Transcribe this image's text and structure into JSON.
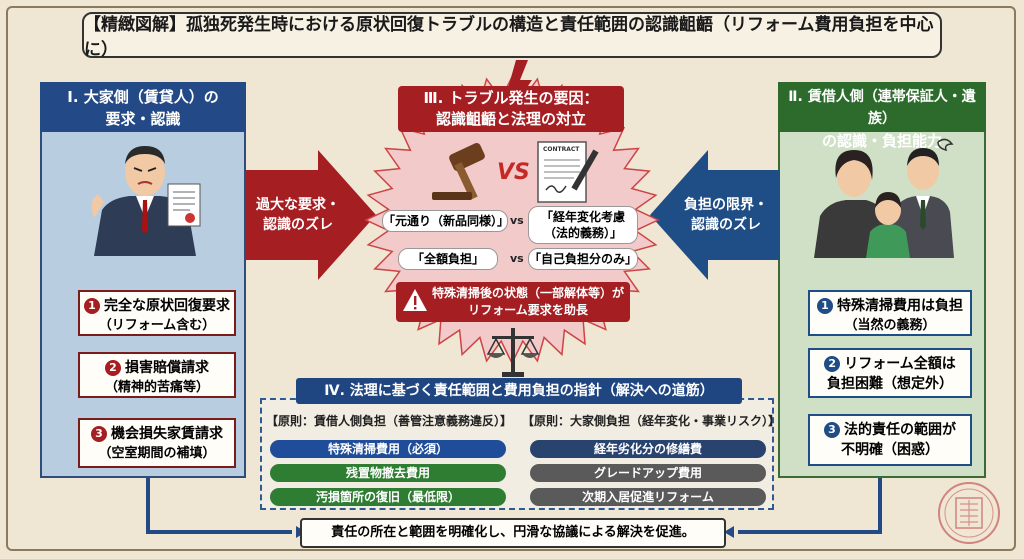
{
  "title": "【精緻図解】孤独死発生時における原状回復トラブルの構造と責任範囲の認識齟齬（リフォーム費用負担を中心に）",
  "left": {
    "heading_line1": "Ⅰ. 大家側（賃貸人）の",
    "heading_line2": "要求・認識",
    "items": [
      {
        "num": "1",
        "line1": "完全な原状回復要求",
        "line2": "（リフォーム含む）"
      },
      {
        "num": "2",
        "line1": "損害賠償請求",
        "line2": "（精神的苦痛等）"
      },
      {
        "num": "3",
        "line1": "機会損失家賃請求",
        "line2": "（空室期間の補填）"
      }
    ]
  },
  "right": {
    "heading_line1": "Ⅱ. 賃借人側（連帯保証人・遺族）",
    "heading_line2": "の認識・負担能力",
    "items": [
      {
        "num": "1",
        "line1": "特殊清掃費用は負担",
        "line2": "（当然の義務）"
      },
      {
        "num": "2",
        "line1": "リフォーム全額は",
        "line2": "負担困難（想定外）"
      },
      {
        "num": "3",
        "line1": "法的責任の範囲が",
        "line2": "不明確（困惑）"
      }
    ]
  },
  "left_arrow": {
    "line1": "過大な要求・",
    "line2": "認識のズレ"
  },
  "right_arrow": {
    "line1": "負担の限界・",
    "line2": "認識のズレ"
  },
  "center": {
    "heading_line1": "Ⅲ. トラブル発生の要因：",
    "heading_line2": "認識齟齬と法理の対立",
    "vs_big": "VS",
    "contract_label": "CONTRACT",
    "pairs": [
      {
        "left": "「元通り（新品同様）」",
        "vs": "vs",
        "right_line1": "「経年変化考慮",
        "right_line2": "（法的義務）」"
      },
      {
        "left": "「全額負担」",
        "vs": "vs",
        "right_line1": "「自己負担分のみ」",
        "right_line2": ""
      }
    ],
    "warning_line1": "特殊清掃後の状態（一部解体等）が",
    "warning_line2": "リフォーム要求を助長"
  },
  "section4": {
    "heading": "Ⅳ. 法理に基づく責任範囲と費用負担の指針（解決への道筋）",
    "left_col": {
      "heading": "【原則：賃借人側負担（善管注意義務違反）】",
      "items": [
        "特殊清掃費用（必須）",
        "残置物撤去費用",
        "汚損箇所の復旧（最低限）"
      ]
    },
    "right_col": {
      "heading": "【原則：大家側負担（経年変化・事業リスク）】",
      "items": [
        "経年劣化分の修繕費",
        "グレードアップ費用",
        "次期入居促進リフォーム"
      ]
    }
  },
  "bottom": "責任の所在と範囲を明確化し、円滑な協議による解決を促進。",
  "colors": {
    "landlord": "#234a86",
    "tenant": "#2d6b2d",
    "conflict": "#a51e22",
    "tenant_bar_blue": "#1f4d9a",
    "tenant_bar_green": "#2e7d32",
    "landlord_bar_navy": "#27436e",
    "landlord_bar_gray": "#5a5a5a"
  },
  "icons": [
    "gavel-icon",
    "contract-icon",
    "scales-icon",
    "warning-icon",
    "landlord-figure",
    "family-figure",
    "seal-stamp"
  ]
}
